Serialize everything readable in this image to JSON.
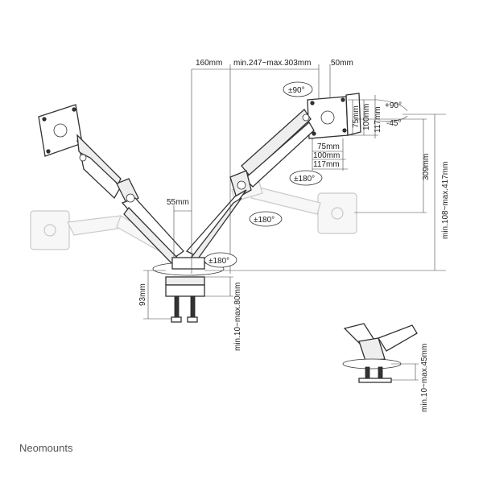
{
  "dimensions": {
    "d160": "160mm",
    "reach": "min.247~max.303mm",
    "d50": "50mm",
    "d55": "55mm",
    "vesa_v": [
      "75mm",
      "100mm",
      "117mm"
    ],
    "vesa_h": [
      "75mm",
      "100mm",
      "117mm"
    ],
    "d309": "309mm",
    "height_range": "min.108~max.417mm",
    "d93": "93mm",
    "clamp_range": "min.10~max.80mm",
    "grommet_range": "min.10~max.45mm"
  },
  "rotations": {
    "swivel_top": "±90°",
    "tilt_up": "+90°",
    "tilt_down": "-45°",
    "rotate_head": "±180°",
    "rotate_mid": "±180°",
    "rotate_base": "±180°"
  },
  "brand": "Neomounts"
}
